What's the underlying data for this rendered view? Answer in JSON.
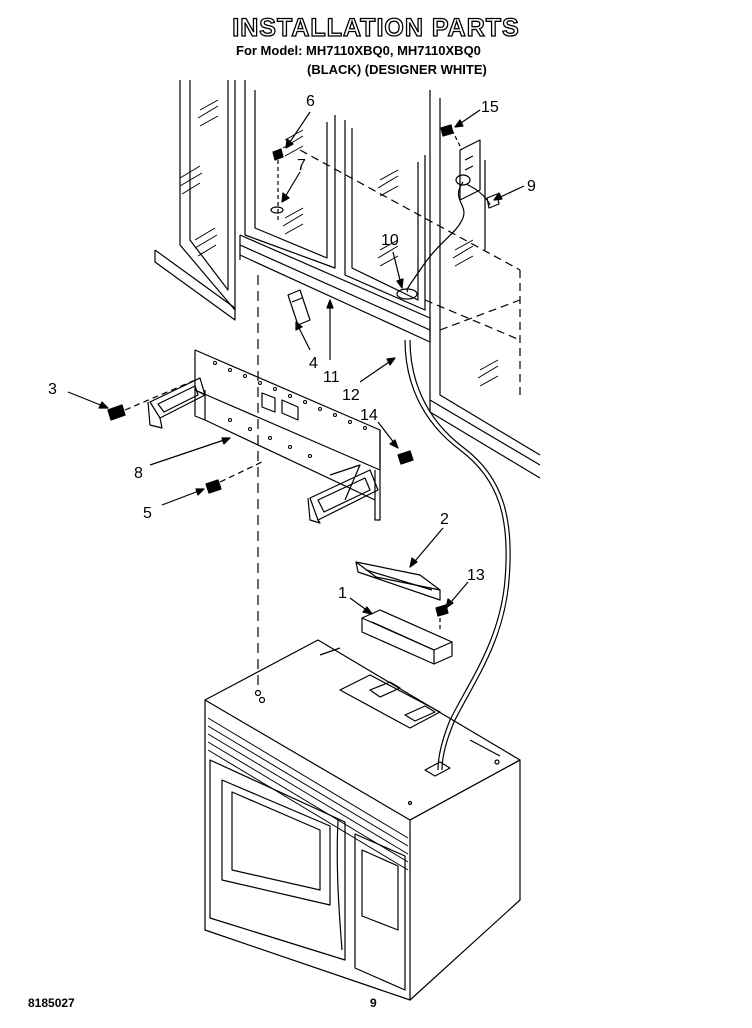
{
  "header": {
    "title": "INSTALLATION PARTS",
    "model_line": "For Model: MH7110XBQ0, MH7110XBQ0",
    "color_line": "(BLACK) (DESIGNER WHITE)"
  },
  "callouts": {
    "c1": "1",
    "c2": "2",
    "c3": "3",
    "c4": "4",
    "c5": "5",
    "c6": "6",
    "c7": "7",
    "c8": "8",
    "c9": "9",
    "c10": "10",
    "c11": "11",
    "c12": "12",
    "c13": "13",
    "c14": "14",
    "c15": "15"
  },
  "footer": {
    "doc_number": "8185027",
    "page_number": "9"
  }
}
